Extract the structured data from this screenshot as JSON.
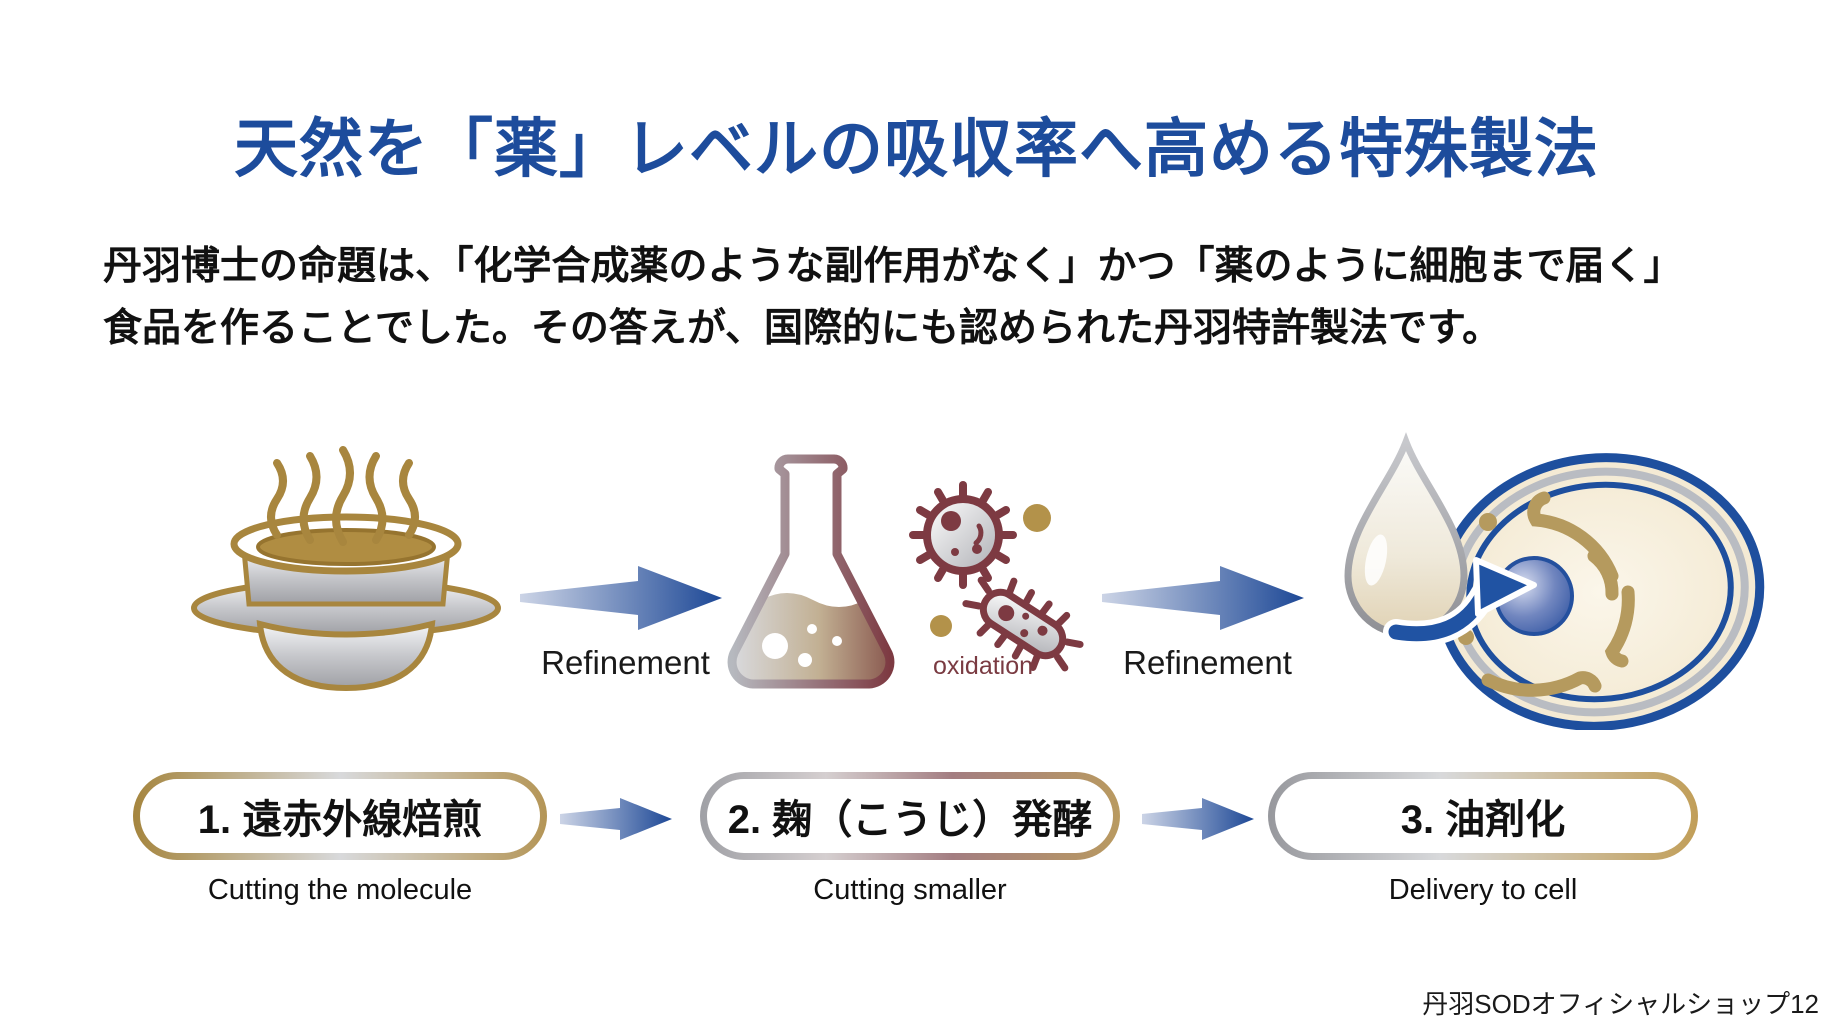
{
  "title": "天然を「薬」レベルの吸収率へ高める特殊製法",
  "intro": {
    "line1": "丹羽博士の命題は、「化学合成薬のような副作用がなく」かつ「薬のように細胞まで届く」",
    "line2": "食品を作ることでした。その答えが、国際的にも認められた丹羽特許製法です。"
  },
  "process": {
    "arrows": [
      {
        "label": "Refinement"
      },
      {
        "label": "Refinement"
      }
    ],
    "oxidation_label": "oxidation",
    "steps": [
      {
        "pill": "1. 遠赤外線焙煎",
        "caption": "Cutting the molecule",
        "icon": "roasting-pot-icon"
      },
      {
        "pill": "2. 麹（こうじ）発酵",
        "caption": "Cutting smaller",
        "icon": "flask-microbes-icon"
      },
      {
        "pill": "3. 油剤化",
        "caption": "Delivery to cell",
        "icon": "droplet-into-cell-icon"
      }
    ]
  },
  "watermark": "丹羽SODオフィシャルショップ12",
  "colors": {
    "title_blue": "#1d4c9c",
    "arrow_blue": "#1d4896",
    "gold": "#a8863e",
    "silver": "#b9babe",
    "maroon": "#7d3a42",
    "cell_blue": "#1e4f9e"
  }
}
